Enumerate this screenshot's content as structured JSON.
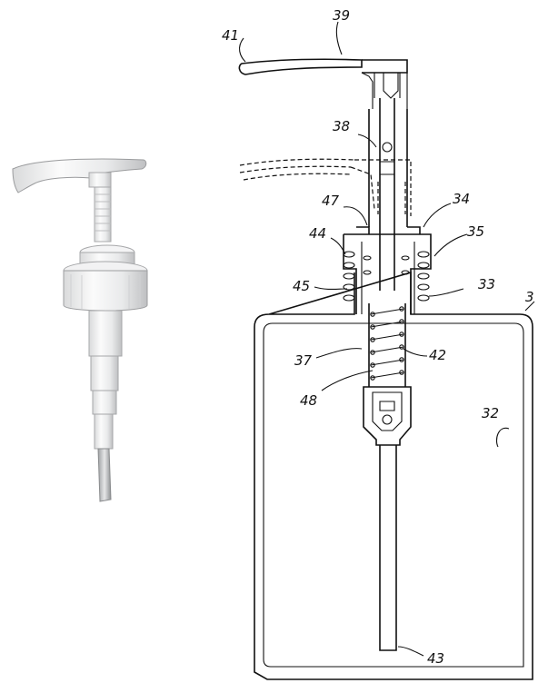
{
  "figure": {
    "photo": {
      "icon": "pump-dispenser-photo"
    },
    "callouts": [
      "41",
      "39",
      "38",
      "47",
      "34",
      "44",
      "35",
      "45",
      "33",
      "3",
      "37",
      "42",
      "48",
      "32",
      "43"
    ]
  }
}
